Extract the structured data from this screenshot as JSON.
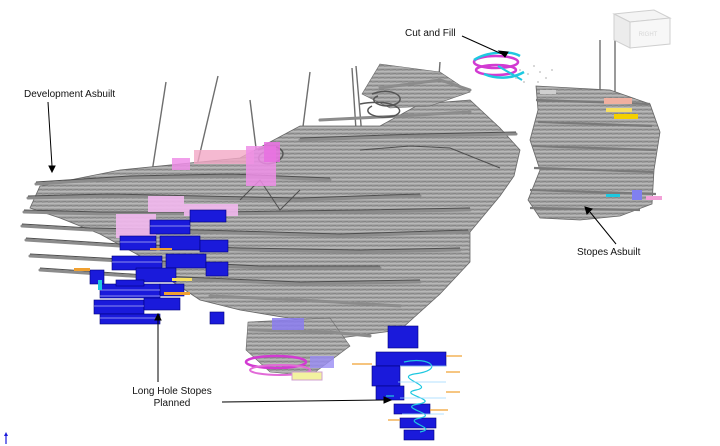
{
  "viewport": {
    "labels": {
      "development_asbuilt": "Development Asbuilt",
      "cut_and_fill": "Cut and Fill",
      "stopes_asbuilt": "Stopes Asbuilt",
      "long_hole_stopes_planned_line1": "Long Hole Stopes",
      "long_hole_stopes_planned_line2": "Planned"
    },
    "view_cube": {
      "icon": "view-cube-icon",
      "face_label": "RIGHT"
    },
    "axis_indicator": {
      "icon": "axis-triad-icon"
    }
  },
  "colors": {
    "asbuilt": "#9a9a9a",
    "asbuilt_dark": "#5a5a5a",
    "planned_stope": "#1a1adb",
    "planned_stope_edge": "#00007a",
    "pink": "#ee8ee8",
    "magenta": "#d23ad2",
    "cyan": "#1ec8e0",
    "orange": "#f0a030",
    "background": "#ffffff"
  }
}
